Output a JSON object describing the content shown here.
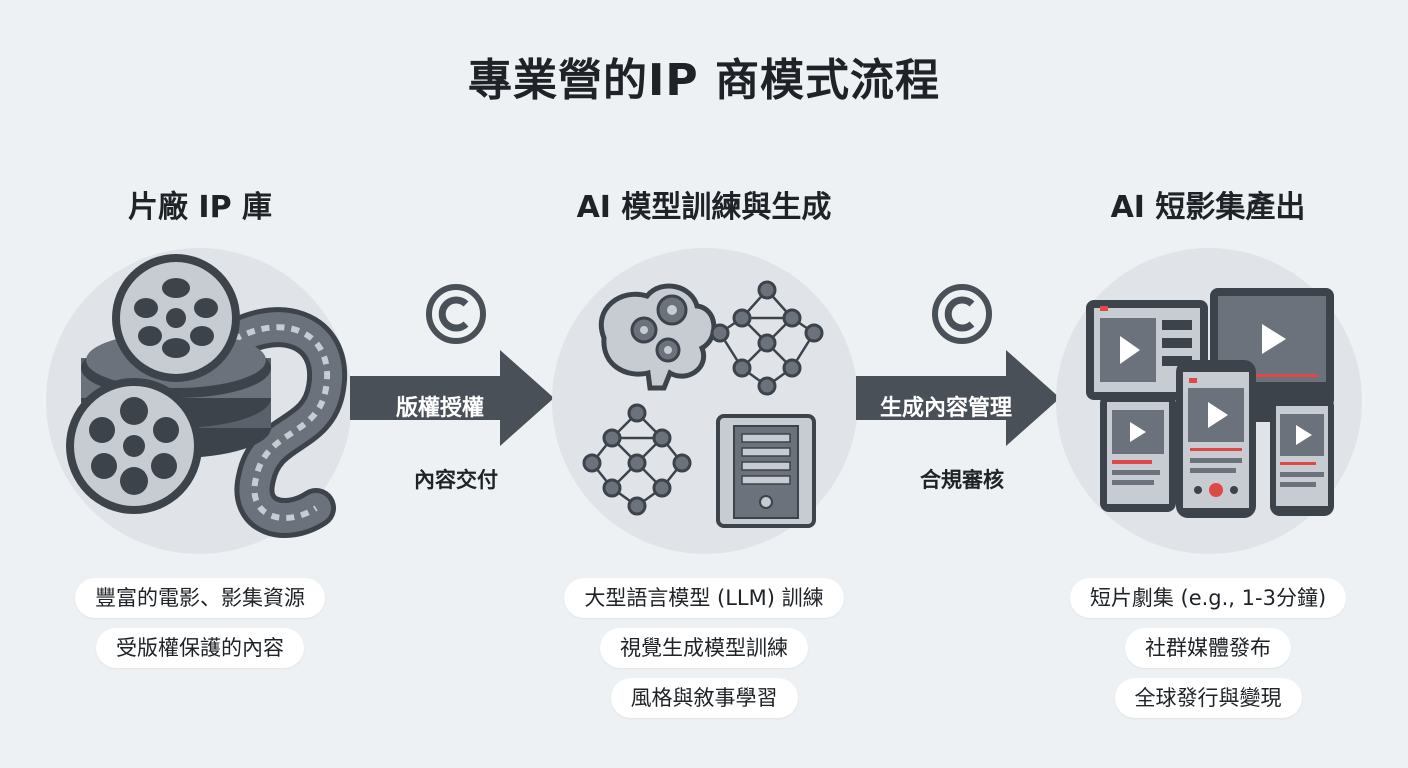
{
  "title": "專業營的IP 商模式流程",
  "stages": [
    {
      "title": "片廠 IP 庫",
      "icon": "film-reels-icon",
      "points": [
        "豐富的電影、影集資源",
        "受版權保護的內容"
      ]
    },
    {
      "title": "AI 模型訓練與生成",
      "icon": "ai-brain-network-server-icon",
      "points": [
        "大型語言模型 (LLM) 訓練",
        "視覺生成模型訓練",
        "風格與敘事學習"
      ]
    },
    {
      "title": "AI 短影集產出",
      "icon": "multi-device-video-icon",
      "points": [
        "短片劇集 (e.g., 1-3分鐘)",
        "社群媒體發布",
        "全球發行與變現"
      ]
    }
  ],
  "arrows": [
    {
      "icon": "copyright-icon",
      "label": "版權授權",
      "sublabel": "內容交付"
    },
    {
      "icon": "copyright-icon",
      "label": "生成內容管理",
      "sublabel": "合規審核"
    }
  ],
  "colors": {
    "background": "#eef1f3",
    "circle": "#e0e4e8",
    "arrow": "#4a5058",
    "icon_dark": "#3d434b",
    "icon_mid": "#6b727b",
    "icon_light": "#c7ccd2",
    "accent": "#e04848"
  }
}
